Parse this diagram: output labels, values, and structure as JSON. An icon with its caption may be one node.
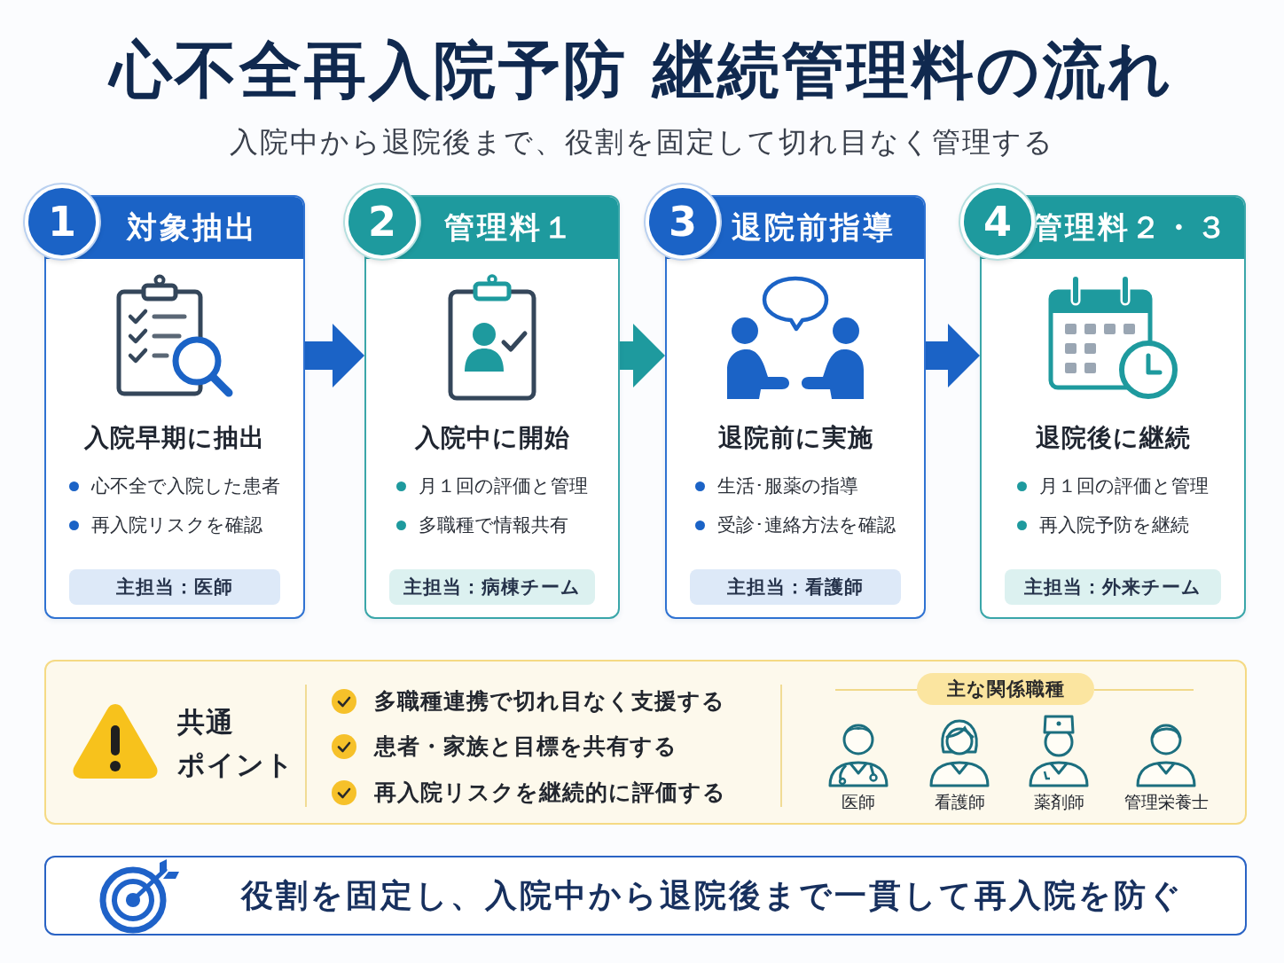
{
  "diagram": {
    "title": "心不全再入院予防 継続管理料の流れ",
    "nodes": [
      {
        "text": [
          "1",
          "対象抽出",
          "入院早期に抽出",
          "心不全で入院した患者",
          "再入院リスクを確認",
          "主担当：医師"
        ]
      },
      {
        "text": [
          "2",
          "管理料１",
          "入院中に開始",
          "月１回の評価と管理",
          "多職種で情報共有",
          "主担当：病棟チーム"
        ]
      },
      {
        "text": [
          "3",
          "退院前指導",
          "退院前に実施",
          "生活･服薬の指導",
          "受診･連絡方法を確認",
          "主担当：看護師"
        ]
      },
      {
        "text": [
          "4",
          "管理料２・３",
          "退院後に継続",
          "月１回の評価と管理",
          "再入院予防を継続",
          "主担当：外来チーム"
        ]
      },
      {
        "text": [
          "共通ポイント",
          "多職種連携で切れ目なく支援する",
          "患者・家族と目標を共有する",
          "再入院リスクを継続的に評価する"
        ]
      },
      {
        "text": [
          "主な関係職種"
        ],
        "in": 4
      },
      {
        "text": [],
        "shape": "person",
        "beside": [
          "医師"
        ],
        "in": 4
      },
      {
        "text": [],
        "shape": "person",
        "beside": [
          "看護師"
        ],
        "in": 4
      },
      {
        "text": [],
        "shape": "person",
        "beside": [
          "薬剤師"
        ],
        "in": 4
      },
      {
        "text": [],
        "shape": "person",
        "beside": [
          "管理栄養士"
        ],
        "in": 4
      },
      {
        "text": [
          "役割を固定し、入院中から退院後まで一貫して再入院を防ぐ"
        ]
      }
    ],
    "edges": [
      {
        "from": 0,
        "to": 1,
        "arrow": "to"
      },
      {
        "from": 1,
        "to": 2,
        "arrow": "to",
        "color": "#1e9a9e"
      },
      {
        "from": 2,
        "to": 3,
        "arrow": "to"
      }
    ],
    "labels": [
      "入院中から退院後まで、役割を固定して切れ目なく管理する"
    ]
  }
}
